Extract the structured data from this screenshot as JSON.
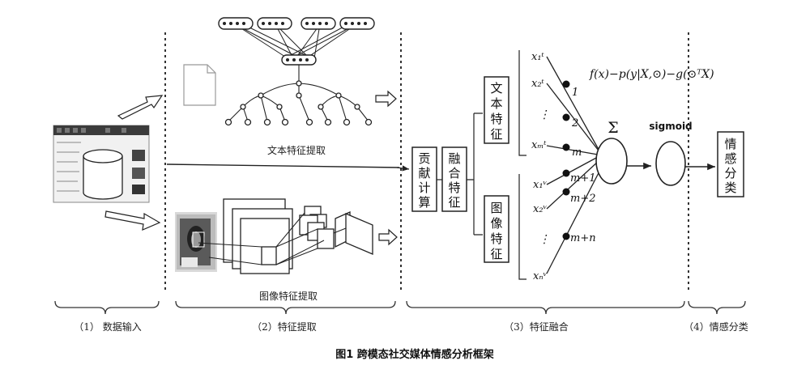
{
  "panels": {
    "text_extract": "文本特征提取",
    "image_extract": "图像特征提取",
    "contribution_calc": "贡献计算",
    "fusion_feature": "融合特征",
    "text_feature": "文本特征",
    "image_feature": "图像特征",
    "sentiment_class": "情感分类"
  },
  "network": {
    "sum_symbol": "Σ",
    "sigmoid_label": "sigmoid",
    "formula": "f(x)−p(y|X,⊙)−g(⊙ᵀX)",
    "text_inputs": [
      "x₁ᵗ",
      "x₂ᵗ",
      "⋮",
      "xₘᵗ"
    ],
    "image_inputs": [
      "x₁ᵛ",
      "x₂ᵛ",
      "⋮",
      "xₙᵛ"
    ],
    "weights": [
      "1",
      "2",
      "m",
      "m+1",
      "m+2",
      "m+n"
    ]
  },
  "stages": {
    "s1": "（1）  数据输入",
    "s2": "（2）特征提取",
    "s3": "（3）特征融合",
    "s4": "（4）情感分类"
  },
  "caption": "图1    跨模态社交媒体情感分析框架"
}
